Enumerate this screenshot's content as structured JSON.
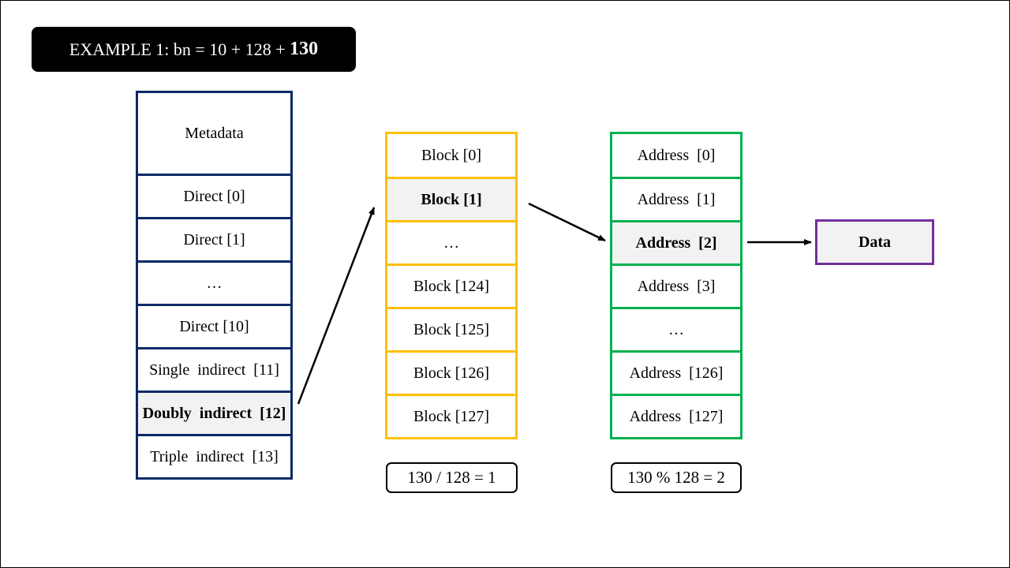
{
  "title": {
    "prefix": "EXAMPLE 1: bn = 10 + 128 + ",
    "bold": "130"
  },
  "inode": [
    {
      "label": "Metadata",
      "highlight": false
    },
    {
      "label": "Direct [0]",
      "highlight": false
    },
    {
      "label": "Direct [1]",
      "highlight": false
    },
    {
      "label": "…",
      "highlight": false
    },
    {
      "label": "Direct [10]",
      "highlight": false
    },
    {
      "label": "Single  indirect  [11]",
      "highlight": false
    },
    {
      "label": "Doubly  indirect  [12]",
      "highlight": true
    },
    {
      "label": "Triple  indirect  [13]",
      "highlight": false
    }
  ],
  "blocks": [
    {
      "label": "Block [0]",
      "highlight": false
    },
    {
      "label": "Block [1]",
      "highlight": true
    },
    {
      "label": "…",
      "highlight": false
    },
    {
      "label": "Block [124]",
      "highlight": false
    },
    {
      "label": "Block [125]",
      "highlight": false
    },
    {
      "label": "Block [126]",
      "highlight": false
    },
    {
      "label": "Block [127]",
      "highlight": false
    }
  ],
  "addresses": [
    {
      "label": "Address  [0]",
      "highlight": false
    },
    {
      "label": "Address  [1]",
      "highlight": false
    },
    {
      "label": "Address  [2]",
      "highlight": true
    },
    {
      "label": "Address  [3]",
      "highlight": false
    },
    {
      "label": "…",
      "highlight": false
    },
    {
      "label": "Address  [126]",
      "highlight": false
    },
    {
      "label": "Address  [127]",
      "highlight": false
    }
  ],
  "data_label": "Data",
  "calc1": "130 / 128 = 1",
  "calc2": "130 % 128 = 2",
  "colors": {
    "inode_border": "#0b2a66",
    "block_border": "#ffc000",
    "address_border": "#00b050",
    "data_border": "#7030a0",
    "highlight_fill": "#f2f2f2"
  }
}
